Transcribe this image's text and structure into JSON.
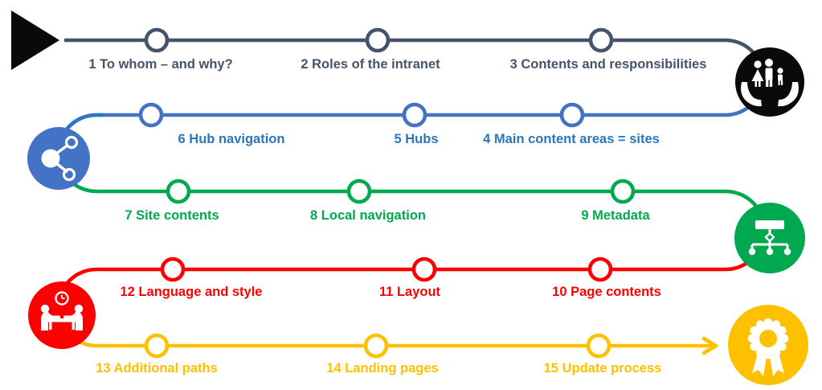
{
  "diagram": {
    "type": "roadmap-snake",
    "start_icon": "play-triangle",
    "finish_icon": "award-rosette"
  },
  "colors": {
    "row1_dark": "#44546A",
    "row2_blue_line": "#4472C4",
    "row2_blue_bright": "#2E77C8",
    "row2_blue_text": "#2E75B6",
    "row3_green": "#00A84F",
    "row4_red": "#FE0000",
    "row5_gold": "#FFC000",
    "disc_black": "#0A0A0A",
    "node_fill": "#FFFFFF"
  },
  "rows": [
    {
      "id": "row-1",
      "color": "#44546A",
      "end_icon": "family-in-hands",
      "milestones": [
        {
          "label": "1 To whom – and why?"
        },
        {
          "label": "2 Roles of the intranet"
        },
        {
          "label": "3 Contents and responsibilities"
        }
      ]
    },
    {
      "id": "row-2",
      "color": "#4472C4",
      "end_icon": "share-network",
      "milestones": [
        {
          "label": "6 Hub navigation"
        },
        {
          "label": "5 Hubs"
        },
        {
          "label": "4 Main content areas = sites"
        }
      ]
    },
    {
      "id": "row-3",
      "color": "#00A84F",
      "end_icon": "sitemap",
      "milestones": [
        {
          "label": "7 Site contents"
        },
        {
          "label": "8 Local navigation"
        },
        {
          "label": "9 Metadata"
        }
      ]
    },
    {
      "id": "row-4",
      "color": "#FE0000",
      "end_icon": "meeting-table",
      "milestones": [
        {
          "label": "12 Language and style"
        },
        {
          "label": "11 Layout"
        },
        {
          "label": "10 Page contents"
        }
      ]
    },
    {
      "id": "row-5",
      "color": "#FFC000",
      "end_icon": "award-rosette",
      "milestones": [
        {
          "label": "13 Additional paths"
        },
        {
          "label": "14 Landing pages"
        },
        {
          "label": "15 Update process"
        }
      ]
    }
  ]
}
